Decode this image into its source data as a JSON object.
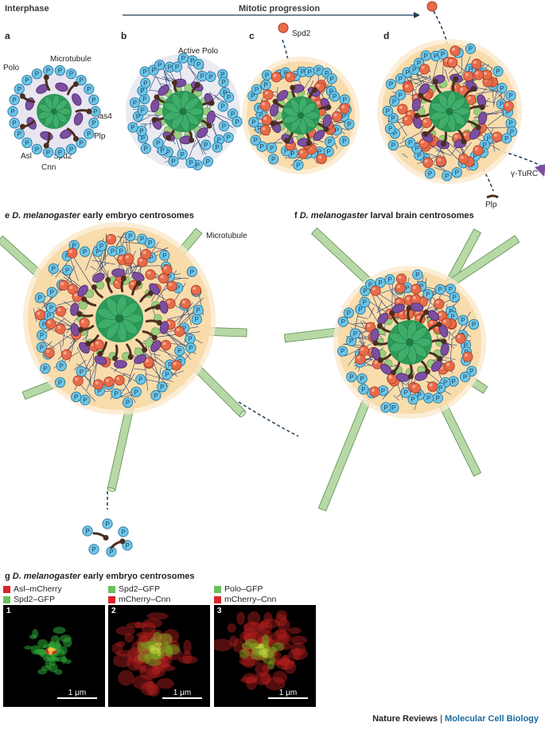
{
  "header": {
    "left": "Interphase",
    "center": "Mitotic progression"
  },
  "panels": {
    "a": {
      "letter": "a",
      "labels": {
        "polo": "Polo",
        "microtubule": "Microtubule",
        "sas4": "Sas4",
        "plp": "Plp",
        "asl": "Asl",
        "spd2": "Spd2",
        "cnn": "Cnn"
      }
    },
    "b": {
      "letter": "b",
      "labels": {
        "active_polo": "Active Polo"
      }
    },
    "c": {
      "letter": "c",
      "labels": {
        "spd2": "Spd2"
      }
    },
    "d": {
      "letter": "d",
      "labels": {
        "gamma_turc": "γ-TuRC",
        "plp": "Plp"
      }
    },
    "e": {
      "letter": "e",
      "title_species": "D. melanogaster",
      "title_rest": "early embryo centrosomes",
      "labels": {
        "microtubule": "Microtubule"
      }
    },
    "f": {
      "letter": "f",
      "title_species": "D. melanogaster",
      "title_rest": "larval brain centrosomes"
    },
    "g": {
      "letter": "g",
      "title_species": "D. melanogaster",
      "title_rest": "early embryo centrosomes",
      "images": [
        {
          "number": "1",
          "legend": [
            {
              "text": "Asl–mCherry",
              "color": "#d7262b"
            },
            {
              "text": "Spd2–GFP",
              "color": "#6cbf5a"
            }
          ],
          "scale": "1 μm"
        },
        {
          "number": "2",
          "legend": [
            {
              "text": "Spd2–GFP",
              "color": "#6cbf5a"
            },
            {
              "text": "mCherry–Cnn",
              "color": "#d7262b"
            }
          ],
          "scale": "1 μm"
        },
        {
          "number": "3",
          "legend": [
            {
              "text": "Polo–GFP",
              "color": "#6cbf5a"
            },
            {
              "text": "mCherry–Cnn",
              "color": "#d7262b"
            }
          ],
          "scale": "1 μm"
        }
      ]
    }
  },
  "phospho_glyph": "P",
  "footer": {
    "journal": "Nature Reviews",
    "separator": " | ",
    "section": "Molecular Cell Biology"
  },
  "colors": {
    "centriole": "#2f9a5a",
    "polo_purple": "#7b4ea0",
    "spd2_red": "#e86b4a",
    "phospho_blue": "#6ec6e8",
    "cnn_yellow": "#f7d9a6",
    "microtubule_green": "#b6d9a6",
    "plp_brown": "#4a2e20",
    "navy": "#1c3d5a"
  }
}
